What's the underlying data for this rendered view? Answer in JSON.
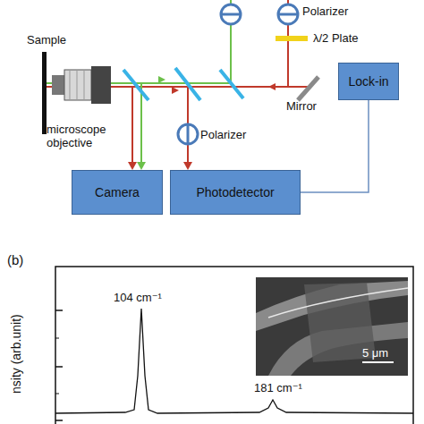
{
  "diagram": {
    "nodes": [
      {
        "text": [
          "Lock-in"
        ]
      },
      {
        "text": [
          "Camera"
        ]
      },
      {
        "text": [
          "Photodetector"
        ]
      }
    ],
    "edges": [
      {
        "from": 0,
        "to": 2,
        "arrow": "none"
      }
    ],
    "labels": [
      "Polarizer",
      "λ/2 Plate",
      "Sample",
      "microscope objective",
      "Mirror",
      "Polarizer",
      "(b)",
      "104 cm⁻¹",
      "181 cm⁻¹",
      "5 μm",
      "nsity (arb.unit)"
    ]
  }
}
